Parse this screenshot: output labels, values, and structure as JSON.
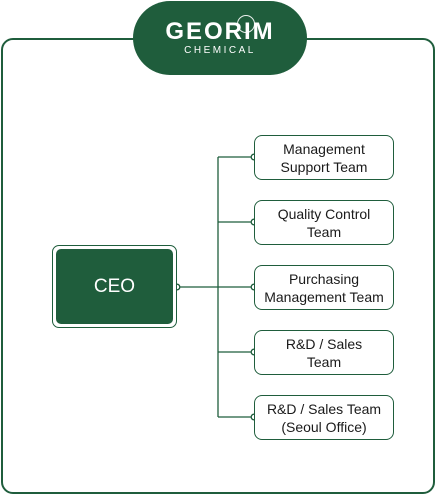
{
  "logo": {
    "name": "GEORIM",
    "subtitle": "CHEMICAL"
  },
  "ceo": {
    "label": "CEO"
  },
  "teams": [
    {
      "line1": "Management",
      "line2": "Support Team"
    },
    {
      "line1": "Quality Control",
      "line2": "Team"
    },
    {
      "line1": "Purchasing",
      "line2": "Management Team"
    },
    {
      "line1": "R&D / Sales",
      "line2": "Team"
    },
    {
      "line1": "R&D / Sales Team",
      "line2": "(Seoul Office)"
    }
  ],
  "colors": {
    "brand_green": "#1f5d3c",
    "background": "#ffffff"
  }
}
